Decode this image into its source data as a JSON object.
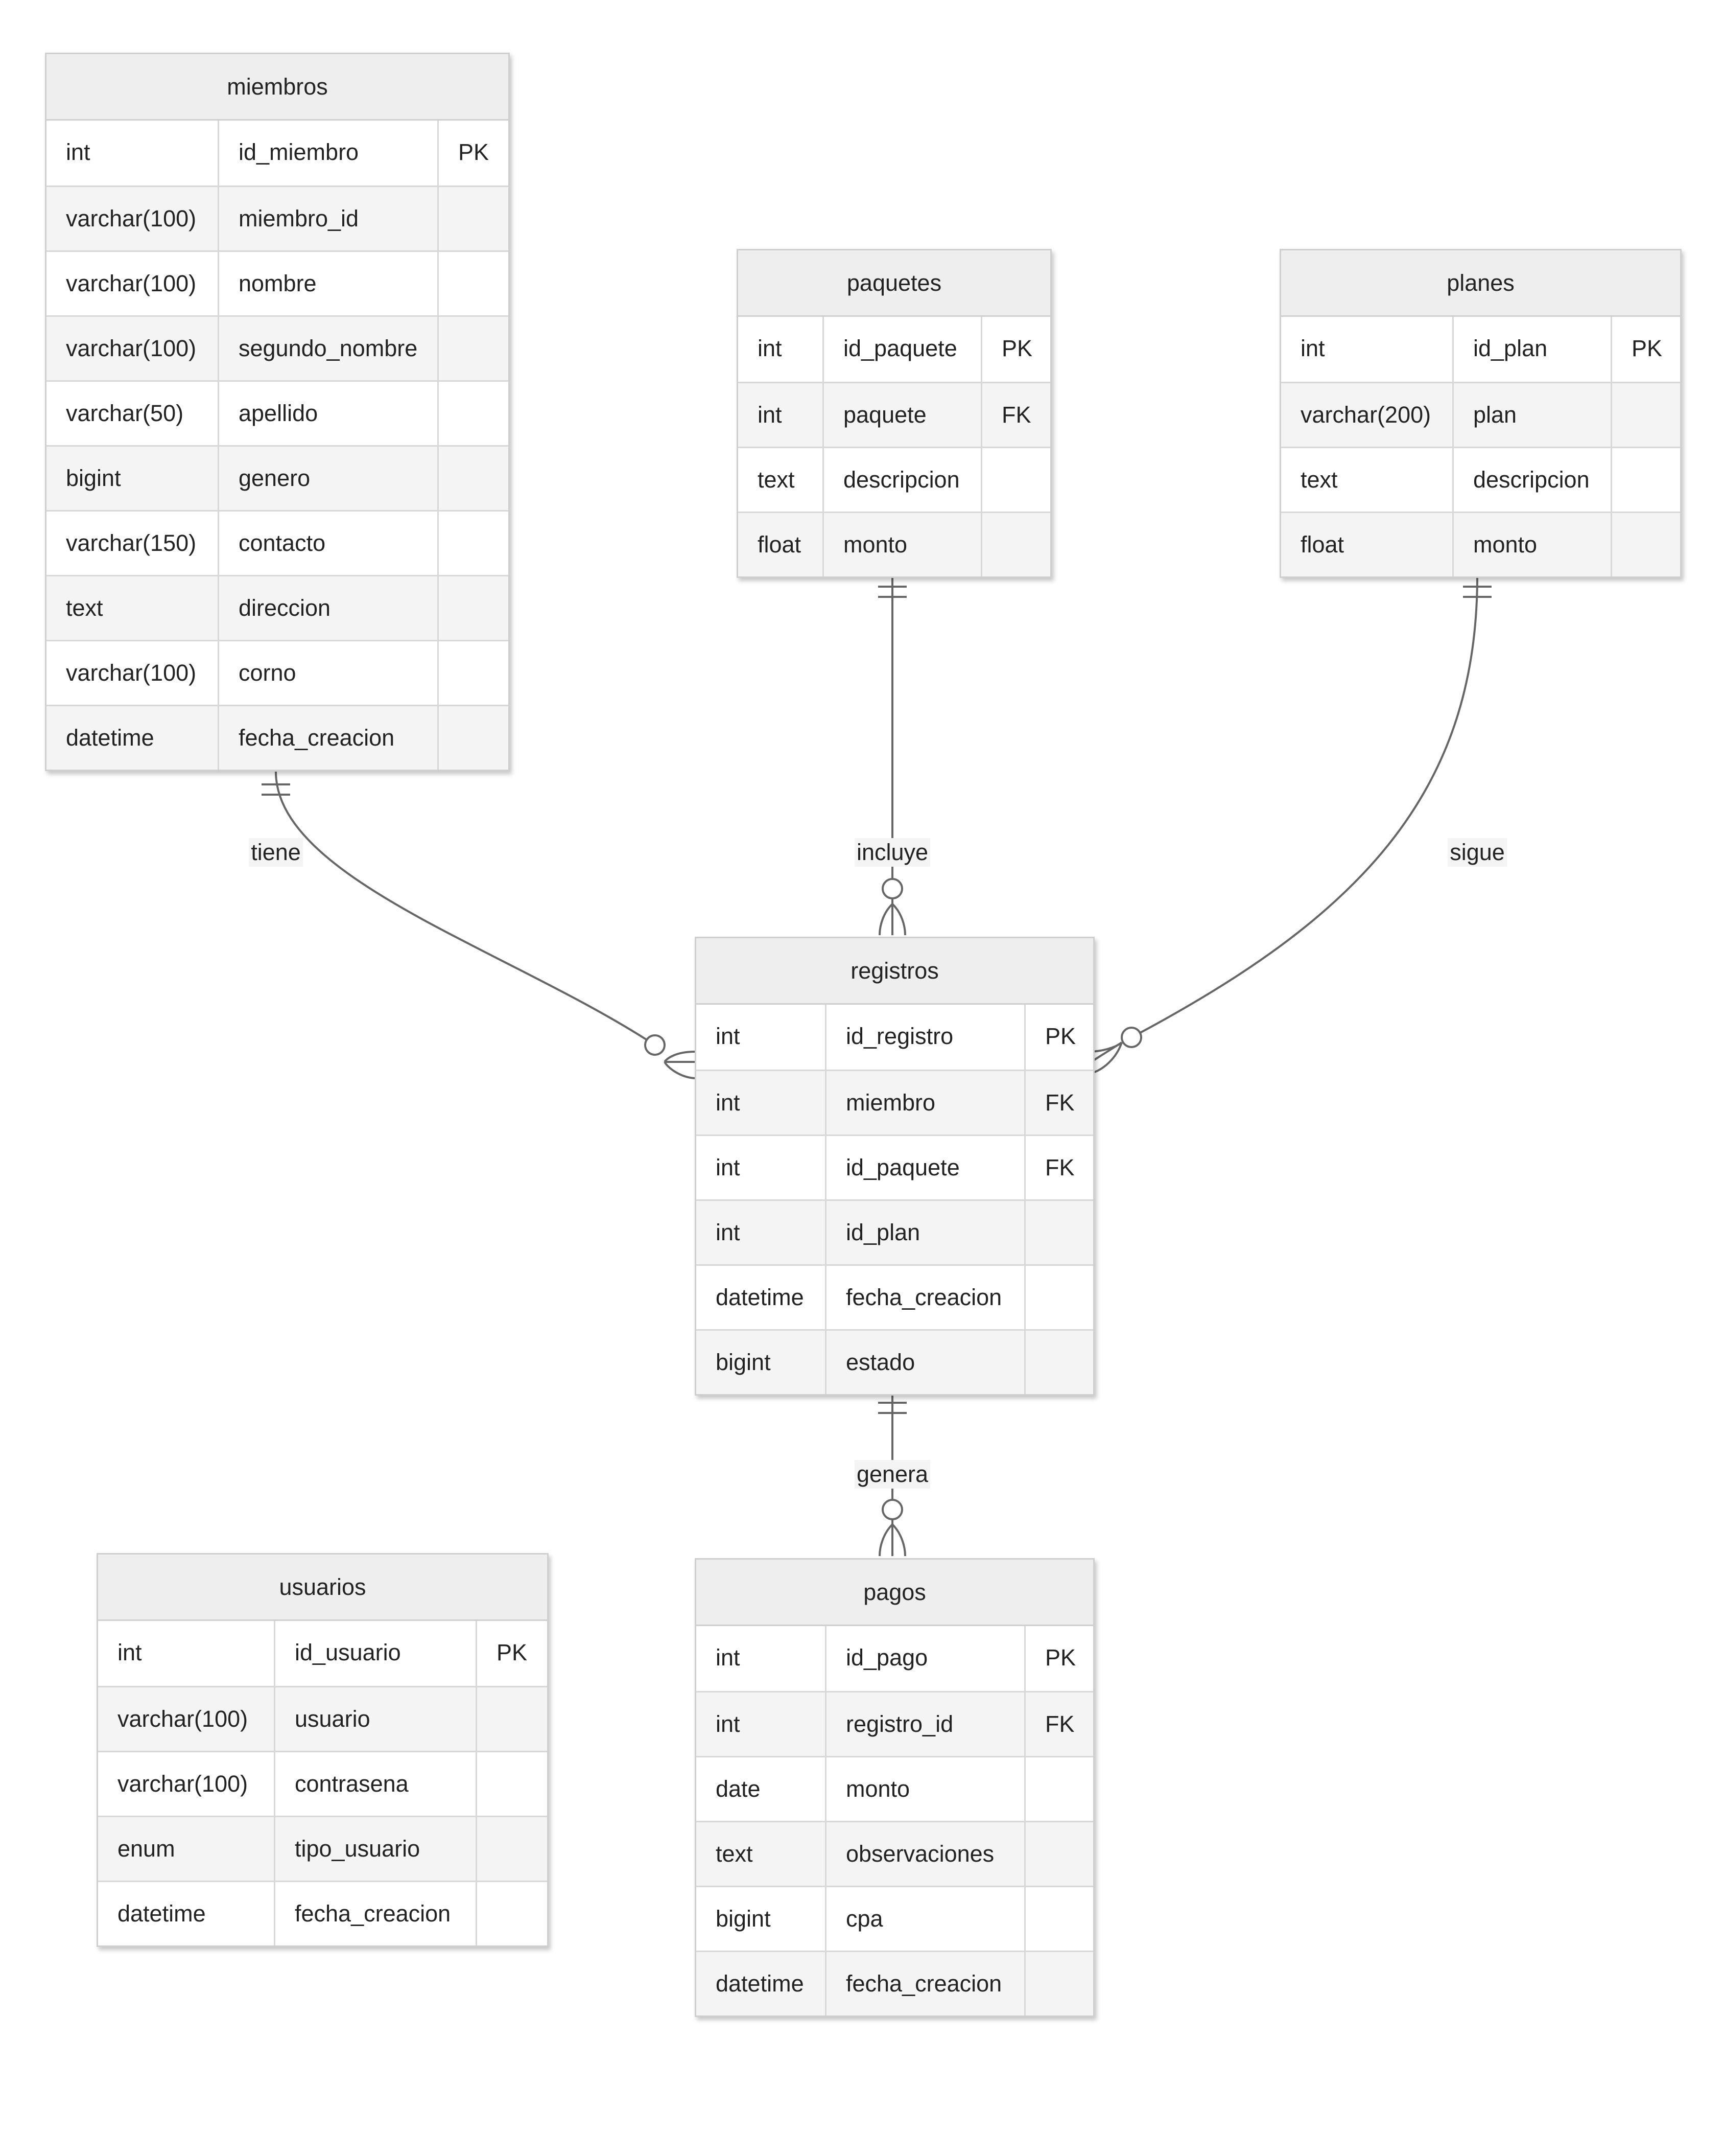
{
  "entities": [
    {
      "id": "miembros",
      "title": "miembros",
      "rows": [
        {
          "type": "int",
          "name": "id_miembro",
          "key": "PK"
        },
        {
          "type": "varchar(100)",
          "name": "miembro_id",
          "key": ""
        },
        {
          "type": "varchar(100)",
          "name": "nombre",
          "key": ""
        },
        {
          "type": "varchar(100)",
          "name": "segundo_nombre",
          "key": ""
        },
        {
          "type": "varchar(50)",
          "name": "apellido",
          "key": ""
        },
        {
          "type": "bigint",
          "name": "genero",
          "key": ""
        },
        {
          "type": "varchar(150)",
          "name": "contacto",
          "key": ""
        },
        {
          "type": "text",
          "name": "direccion",
          "key": ""
        },
        {
          "type": "varchar(100)",
          "name": "corno",
          "key": ""
        },
        {
          "type": "datetime",
          "name": "fecha_creacion",
          "key": ""
        }
      ]
    },
    {
      "id": "paquetes",
      "title": "paquetes",
      "rows": [
        {
          "type": "int",
          "name": "id_paquete",
          "key": "PK"
        },
        {
          "type": "int",
          "name": "paquete",
          "key": "FK"
        },
        {
          "type": "text",
          "name": "descripcion",
          "key": ""
        },
        {
          "type": "float",
          "name": "monto",
          "key": ""
        }
      ]
    },
    {
      "id": "planes",
      "title": "planes",
      "rows": [
        {
          "type": "int",
          "name": "id_plan",
          "key": "PK"
        },
        {
          "type": "varchar(200)",
          "name": "plan",
          "key": ""
        },
        {
          "type": "text",
          "name": "descripcion",
          "key": ""
        },
        {
          "type": "float",
          "name": "monto",
          "key": ""
        }
      ]
    },
    {
      "id": "registros",
      "title": "registros",
      "rows": [
        {
          "type": "int",
          "name": "id_registro",
          "key": "PK"
        },
        {
          "type": "int",
          "name": "miembro",
          "key": "FK"
        },
        {
          "type": "int",
          "name": "id_paquete",
          "key": "FK"
        },
        {
          "type": "int",
          "name": "id_plan",
          "key": ""
        },
        {
          "type": "datetime",
          "name": "fecha_creacion",
          "key": ""
        },
        {
          "type": "bigint",
          "name": "estado",
          "key": ""
        }
      ]
    },
    {
      "id": "usuarios",
      "title": "usuarios",
      "rows": [
        {
          "type": "int",
          "name": "id_usuario",
          "key": "PK"
        },
        {
          "type": "varchar(100)",
          "name": "usuario",
          "key": ""
        },
        {
          "type": "varchar(100)",
          "name": "contrasena",
          "key": ""
        },
        {
          "type": "enum",
          "name": "tipo_usuario",
          "key": ""
        },
        {
          "type": "datetime",
          "name": "fecha_creacion",
          "key": ""
        }
      ]
    },
    {
      "id": "pagos",
      "title": "pagos",
      "rows": [
        {
          "type": "int",
          "name": "id_pago",
          "key": "PK"
        },
        {
          "type": "int",
          "name": "registro_id",
          "key": "FK"
        },
        {
          "type": "date",
          "name": "monto",
          "key": ""
        },
        {
          "type": "text",
          "name": "observaciones",
          "key": ""
        },
        {
          "type": "bigint",
          "name": "cpa",
          "key": ""
        },
        {
          "type": "datetime",
          "name": "fecha_creacion",
          "key": ""
        }
      ]
    }
  ],
  "relationships": [
    {
      "id": "tiene",
      "label": "tiene",
      "from": "miembros",
      "to": "registros",
      "from_cardinality": "one-and-only-one",
      "to_cardinality": "zero-or-many"
    },
    {
      "id": "incluye",
      "label": "incluye",
      "from": "paquetes",
      "to": "registros",
      "from_cardinality": "one-and-only-one",
      "to_cardinality": "zero-or-many"
    },
    {
      "id": "sigue",
      "label": "sigue",
      "from": "planes",
      "to": "registros",
      "from_cardinality": "one-and-only-one",
      "to_cardinality": "zero-or-many"
    },
    {
      "id": "genera",
      "label": "genera",
      "from": "registros",
      "to": "pagos",
      "from_cardinality": "one-and-only-one",
      "to_cardinality": "zero-or-many"
    }
  ],
  "colors": {
    "line": "#666666",
    "header_bg": "#eeeeee",
    "row_alt_bg": "#f4f4f4",
    "border": "#cfcfcf"
  }
}
